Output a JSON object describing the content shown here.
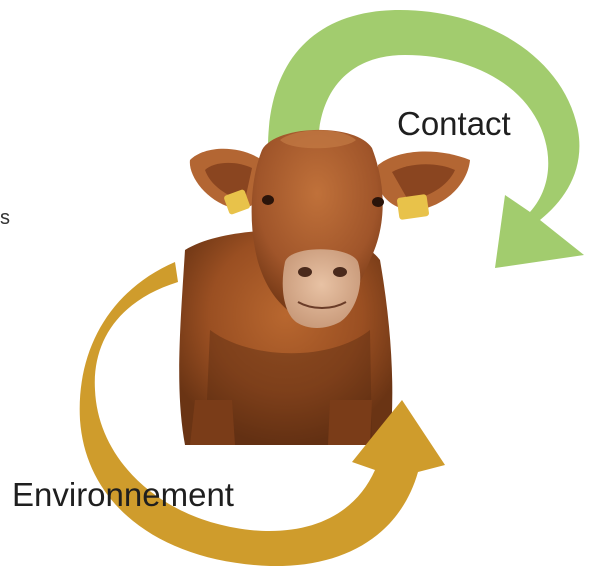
{
  "diagram": {
    "labels": {
      "contact": "Contact",
      "environnement": "Environnement",
      "edge_fragment": "s"
    },
    "colors": {
      "contact_arrow": "#a2cc6e",
      "environnement_arrow": "#cf9c2c",
      "cow_body": "#a3582a",
      "cow_shadow": "#5a2c12",
      "ear_tag": "#e8c24a"
    },
    "image": {
      "subject": "cow-photo"
    }
  }
}
